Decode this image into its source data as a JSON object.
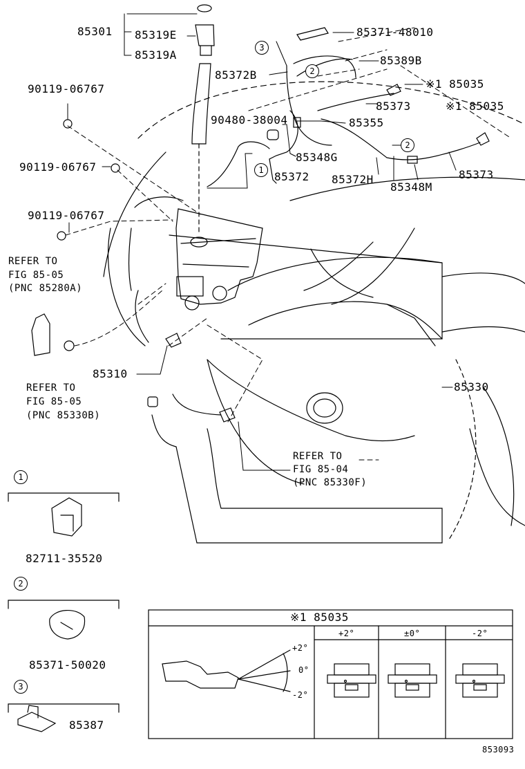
{
  "callouts": {
    "p85301": "85301",
    "p85319E": "85319E",
    "p85319A": "85319A",
    "p85371_48010": "85371-48010",
    "p85389B": "85389B",
    "p85372B": "85372B",
    "p85035_a": "※1 85035",
    "p85373_a": "85373",
    "p85035_b": "※1 85035",
    "p90119_a": "90119-06767",
    "p90480": "90480-38004",
    "p85355": "85355",
    "p85348G": "85348G",
    "p85372": "85372",
    "p85372H": "85372H",
    "p85348M": "85348M",
    "p85373_b": "85373",
    "p90119_b": "90119-06767",
    "p90119_c": "90119-06767",
    "p85310": "85310",
    "p85330": "85330"
  },
  "refers": {
    "r1": [
      "REFER TO",
      "FIG 85-05",
      "(PNC 85280A)"
    ],
    "r2": [
      "REFER TO",
      "FIG 85-05",
      "(PNC 85330B)"
    ],
    "r3": [
      "REFER TO",
      "FIG 85-04",
      "(PNC 85330F)"
    ]
  },
  "circle_numbers": {
    "c1": "1",
    "c2": "2",
    "c3": "3"
  },
  "detail_parts": {
    "d1": "82711-35520",
    "d2": "85371-50020",
    "d3": "85387"
  },
  "nozzle_table": {
    "title": "※1 85035",
    "angles": [
      "+2°",
      "±0°",
      "-2°"
    ],
    "aim_labels": [
      "+2°",
      "0°",
      "-2°"
    ]
  },
  "diagram_code": "853093"
}
